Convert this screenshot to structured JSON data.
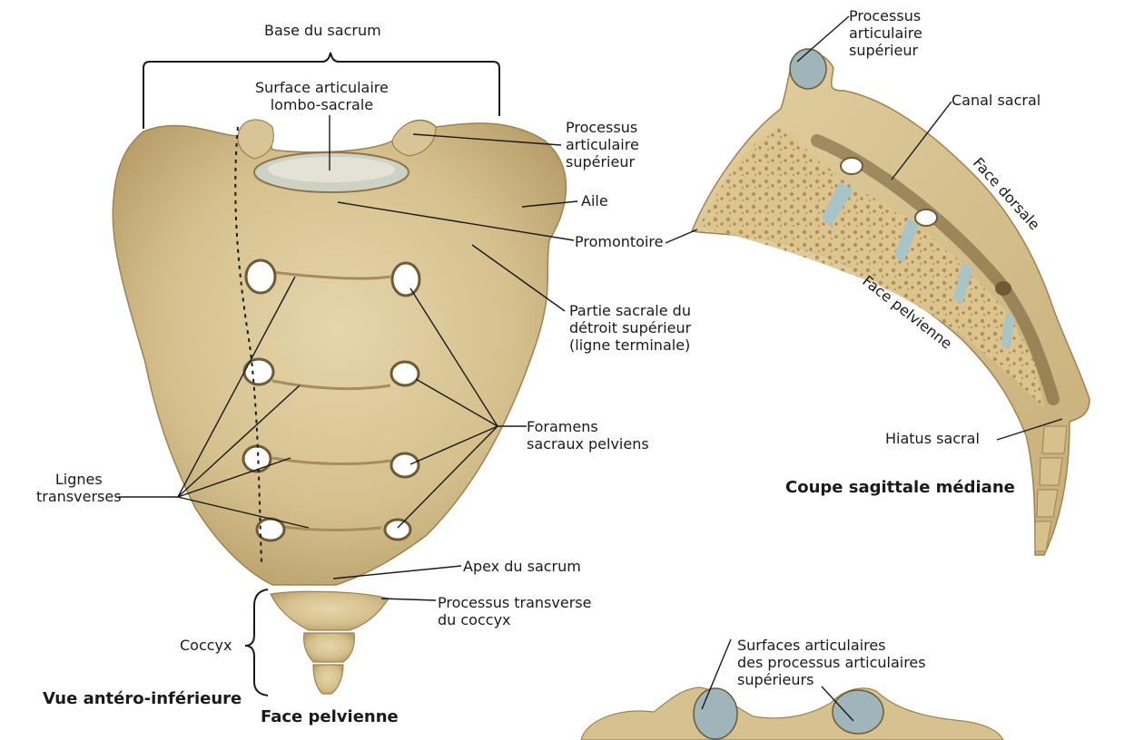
{
  "colors": {
    "bone": "#d9c595",
    "bone_dark": "#b79d69",
    "bone_shadow": "#8d7548",
    "cartilage": "#9fb5b9",
    "leader": "#1a1a1a",
    "background": "#ffffff"
  },
  "labels": {
    "base_du_sacrum": "Base du sacrum",
    "surface_lombo": [
      "Surface articulaire",
      "lombo-sacrale"
    ],
    "proc_art_sup_left": [
      "Processus",
      "articulaire",
      "supérieur"
    ],
    "aile": "Aile",
    "promontoire": "Promontoire",
    "partie_sacrale": [
      "Partie sacrale du",
      "détroit supérieur",
      "(ligne terminale)"
    ],
    "foramens": [
      "Foramens",
      "sacraux pelviens"
    ],
    "lignes_transverses": [
      "Lignes",
      "transverses"
    ],
    "apex": "Apex du sacrum",
    "proc_transverse_coccyx": [
      "Processus transverse",
      "du coccyx"
    ],
    "coccyx": "Coccyx",
    "vue_antero": "Vue antéro-inférieure",
    "face_pelvienne_bottom": "Face pelvienne",
    "proc_art_sup_right": [
      "Processus",
      "articulaire",
      "supérieur"
    ],
    "canal_sacral": "Canal sacral",
    "face_dorsale": "Face dorsale",
    "face_pelvienne_sag": "Face pelvienne",
    "hiatus": "Hiatus sacral",
    "coupe_sagittale": "Coupe sagittale médiane",
    "surfaces_art": [
      "Surfaces articulaires",
      "des processus articulaires",
      "supérieurs"
    ]
  }
}
